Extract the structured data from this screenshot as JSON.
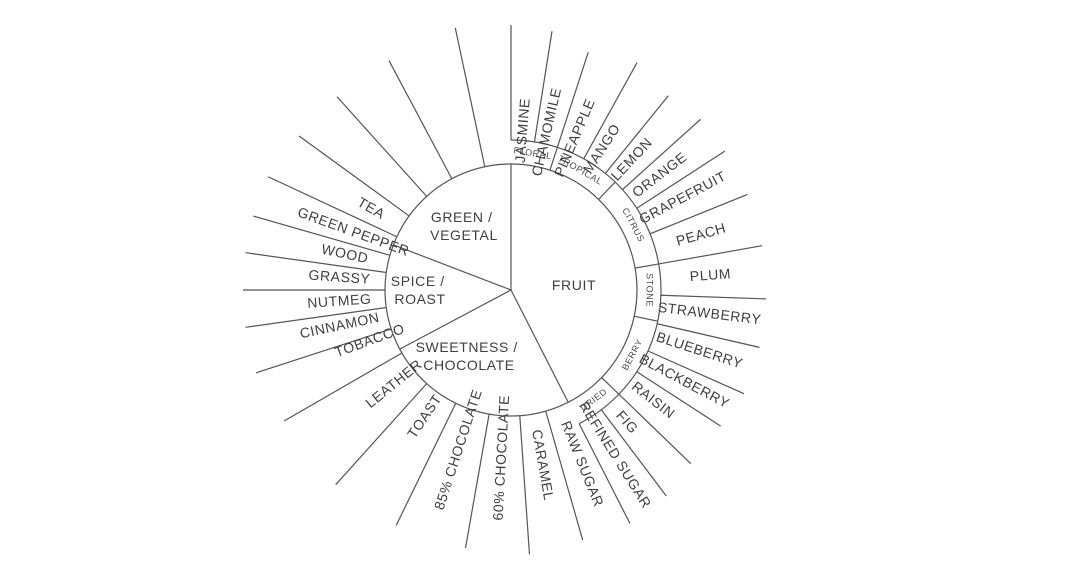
{
  "colors": {
    "line": "#555555",
    "text": "#3f3f3f",
    "background": "#ffffff"
  },
  "wheel": {
    "center_label_style": "uppercase",
    "categories": [
      {
        "id": "fruit",
        "lines": [
          "FRUIT"
        ]
      },
      {
        "id": "sweetness",
        "lines": [
          "SWEETNESS /",
          "CHOCOLATE"
        ]
      },
      {
        "id": "spice",
        "lines": [
          "SPICE /",
          "ROAST"
        ]
      },
      {
        "id": "green",
        "lines": [
          "GREEN /",
          "VEGETAL"
        ]
      }
    ],
    "subcategories": [
      {
        "id": "floral",
        "label": "FLORAL"
      },
      {
        "id": "tropical",
        "label": "TROPICAL"
      },
      {
        "id": "citrus",
        "label": "CITRUS"
      },
      {
        "id": "stone",
        "label": "STONE"
      },
      {
        "id": "berry",
        "label": "BERRY"
      },
      {
        "id": "dried",
        "label": "DRIED"
      }
    ],
    "flavors": [
      "JASMINE",
      "CHAMOMILE",
      "PINEAPPLE",
      "MANGO",
      "LEMON",
      "ORANGE",
      "GRAPEFRUIT",
      "PEACH",
      "PLUM",
      "STRAWBERRY",
      "BLUEBERRY",
      "BLACKBERRY",
      "RAISIN",
      "FIG",
      "REFINED SUGAR",
      "RAW SUGAR",
      "CARAMEL",
      "60% CHOCOLATE",
      "85% CHOCOLATE",
      "TOAST",
      "LEATHER",
      "TOBACCO",
      "CINNAMON",
      "NUTMEG",
      "GRASSY",
      "WOOD",
      "GREEN PEPPER",
      "TEA"
    ]
  }
}
